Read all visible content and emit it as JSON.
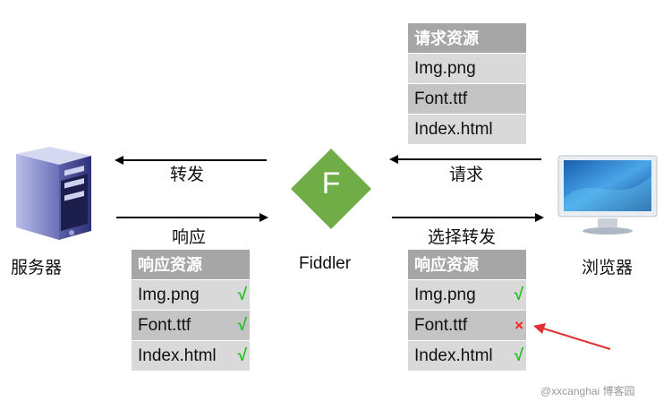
{
  "nodes": {
    "server_label": "服务器",
    "fiddler_label": "Fiddler",
    "fiddler_letter": "F",
    "browser_label": "浏览器"
  },
  "arrows": {
    "forward": "转发",
    "response": "响应",
    "request": "请求",
    "selective_forward": "选择转发"
  },
  "request_table": {
    "header": "请求资源",
    "rows": [
      "Img.png",
      "Font.ttf",
      "Index.html"
    ]
  },
  "response_table_left": {
    "header": "响应资源",
    "rows": [
      "Img.png",
      "Font.ttf",
      "Index.html"
    ],
    "marks": [
      "√",
      "√",
      "√"
    ]
  },
  "response_table_right": {
    "header": "响应资源",
    "rows": [
      "Img.png",
      "Font.ttf",
      "Index.html"
    ],
    "marks": [
      "√",
      "×",
      "√"
    ]
  },
  "watermark": "@xxcanghai 博客园",
  "colors": {
    "fiddler_green": "#70ad47",
    "table_header": "#a6a6a6",
    "check": "#22c022",
    "cross": "#ff2020",
    "pointer_arrow": "#e03030"
  }
}
